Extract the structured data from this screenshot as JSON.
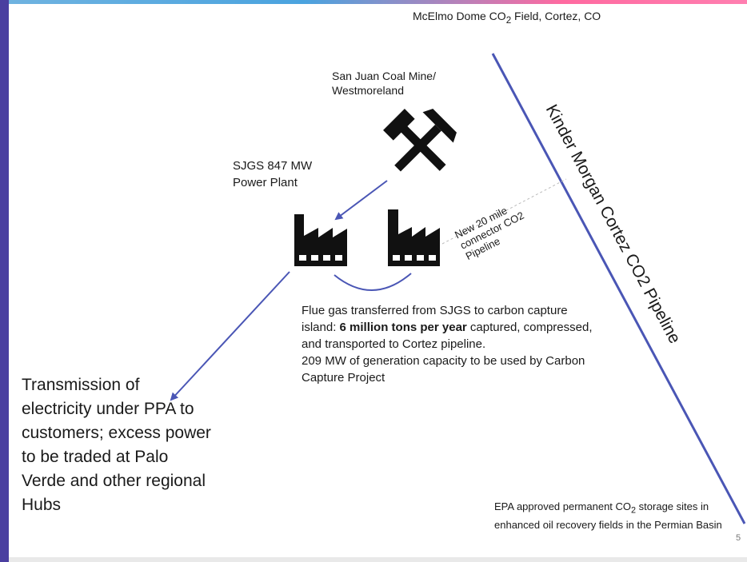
{
  "source_field": {
    "prefix": "McElmo Dome CO",
    "sub": "2",
    "suffix": " Field, Cortez, CO"
  },
  "mine": {
    "line1": "San Juan Coal Mine/",
    "line2": "Westmoreland"
  },
  "plant": {
    "line1": "SJGS 847 MW",
    "line2": "Power Plant"
  },
  "connector": {
    "line1": "New 20 mile",
    "line2": "connector CO2",
    "line3": "Pipeline"
  },
  "pipeline": {
    "label": "Kinder Morgan Cortez CO2 Pipeline"
  },
  "flue": {
    "part1": "Flue gas transferred from SJGS to carbon capture island: ",
    "bold": "6 million tons per year",
    "part2": " captured, compressed, and transported to Cortez pipeline.",
    "line2": "209 MW of generation capacity to be used by Carbon Capture Project"
  },
  "transmission": {
    "text": "Transmission of electricity under PPA to customers; excess power to be traded at Palo Verde and other regional Hubs"
  },
  "storage": {
    "prefix": "EPA approved permanent CO",
    "sub": "2",
    "suffix": " storage sites in enhanced oil recovery fields in the Permian Basin"
  },
  "page_number": "5",
  "colors": {
    "arrow": "#4a56b5",
    "left_bar": "#4a3fa0",
    "icon": "#111111"
  },
  "icons": [
    "hammer-pick-icon",
    "factory-icon",
    "factory-icon"
  ]
}
